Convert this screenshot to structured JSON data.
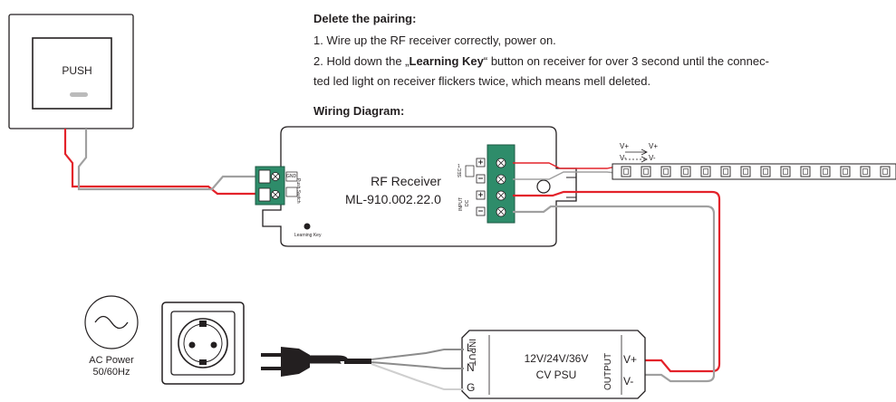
{
  "instructions": {
    "delete_heading": "Delete the pairing:",
    "step1": "1. Wire up the RF receiver correctly, power on.",
    "step2_prefix": "2. Hold down the „",
    "step2_key": "Learning Key",
    "step2_suffix": "“ button on receiver for over 3 second until the connec-",
    "step2_line2": "ted led light on receiver flickers twice, which means mell deleted.",
    "wiring_heading": "Wiring Diagram:"
  },
  "push_switch": {
    "label": "PUSH"
  },
  "receiver": {
    "title": "RF Receiver",
    "model": "ML-910.002.22.0",
    "gnd_label": "GND",
    "push_switch_label_1": "Push",
    "push_switch_label_2": "Switch",
    "sec_label": "SEC",
    "channel_label": "1",
    "input_label": "INPUT",
    "dc_label": "DC",
    "learning_key": "Learning Key"
  },
  "led_strip": {
    "vplus": "V+",
    "vminus": "V-",
    "vplus_target": "V+",
    "vminus_target": "V-"
  },
  "ac_power": {
    "line1": "AC Power",
    "line2": "50/60Hz"
  },
  "psu": {
    "input_label": "INPUT",
    "output_label": "OUTPUT",
    "line": "L",
    "neutral": "N",
    "ground": "G",
    "title": "12V/24V/36V",
    "subtitle": "CV PSU",
    "vplus": "V+",
    "vminus": "V-"
  },
  "colors": {
    "wire_red": "#e3222a",
    "wire_gray": "#a0a0a0",
    "terminal_green": "#2e8c6a",
    "outline": "#231f20"
  }
}
